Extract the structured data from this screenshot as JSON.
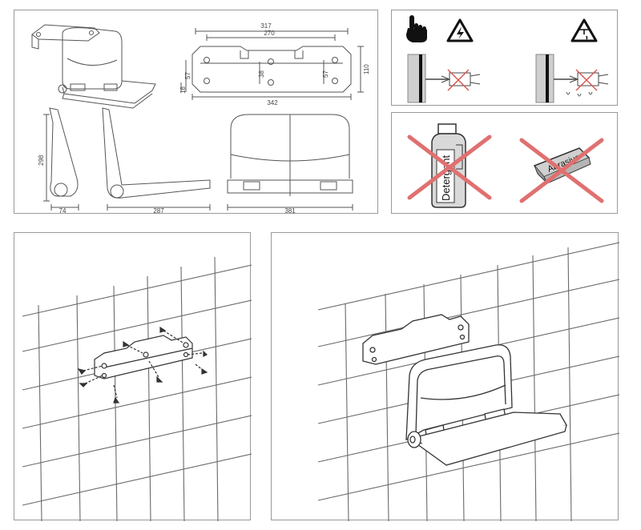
{
  "dimensions": {
    "top_width": "317",
    "inner_width": "270",
    "bottom_width": "342",
    "left_height": "57",
    "center_height": "38",
    "right_height": "57",
    "overall_height": "110",
    "left_offset": "18",
    "side_height": "298",
    "side_depth": "74",
    "seat_depth": "287",
    "front_width": "381"
  },
  "labels": {
    "detergent": "Detergent",
    "abrasive": "Abrasive"
  },
  "colors": {
    "line": "#444444",
    "frame": "#9a9a9a",
    "cross": "#e07070",
    "grid": "#6a6a6a"
  },
  "icons": [
    "hand-pointer-icon",
    "electric-hazard-icon",
    "water-hazard-icon"
  ]
}
